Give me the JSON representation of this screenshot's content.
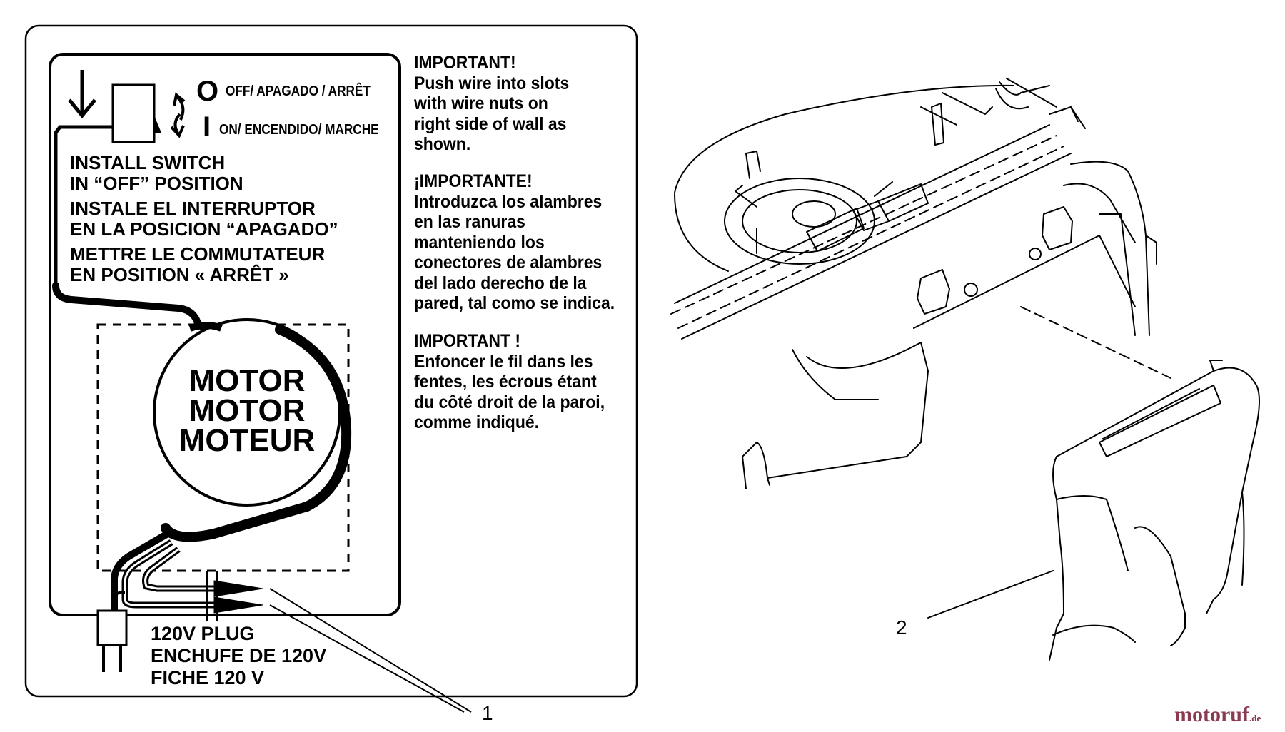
{
  "switch": {
    "off_symbol": "O",
    "off_label": "OFF/ APAGADO / ARRÊT",
    "on_symbol": "I",
    "on_label": "ON/ ENCENDIDO/ MARCHE"
  },
  "install_text": {
    "en_line1": "INSTALL SWITCH",
    "en_line2": "IN “OFF” POSITION",
    "es_line1": "INSTALE EL INTERRUPTOR",
    "es_line2": "EN LA POSICION “APAGADO”",
    "fr_line1": "METTRE LE COMMUTATEUR",
    "fr_line2": "EN POSITION « ARRÊT »"
  },
  "motor": {
    "line1": "MOTOR",
    "line2": "MOTOR",
    "line3": "MOTEUR"
  },
  "plug": {
    "line1": "120V PLUG",
    "line2": "ENCHUFE DE 120V",
    "line3": "FICHE 120 V"
  },
  "important": {
    "en": [
      "IMPORTANT!",
      "Push wire into slots",
      "with wire nuts on",
      "right side of wall as",
      "shown."
    ],
    "es": [
      "¡IMPORTANTE!",
      "Introduzca los alambres",
      "en las ranuras",
      "manteniendo los",
      "conectores de alambres",
      "del lado derecho de la",
      "pared, tal como se indica."
    ],
    "fr": [
      "IMPORTANT !",
      "Enfoncer le fil dans les",
      "fentes, les écrous étant",
      "du côté droit de la paroi,",
      "comme indiqué."
    ]
  },
  "callouts": {
    "one": "1",
    "two": "2"
  },
  "watermark": {
    "brand": "motoruf",
    "tld": ".de"
  },
  "colors": {
    "ink": "#000000",
    "paper": "#ffffff",
    "watermark": "#8a3b52"
  }
}
